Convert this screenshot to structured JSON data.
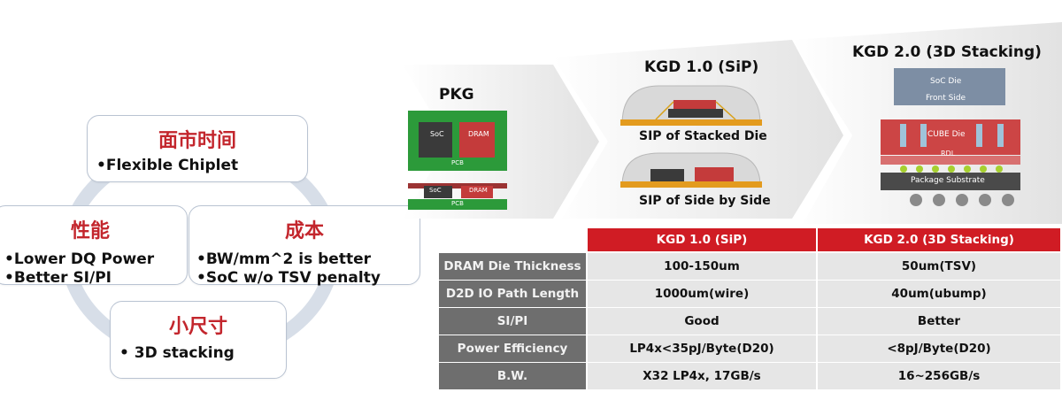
{
  "cycle": {
    "top": {
      "title": "面市时间",
      "bullets": [
        "•Flexible Chiplet"
      ]
    },
    "left": {
      "title": "性能",
      "bullets": [
        "•Lower DQ Power",
        "•Better SI/PI"
      ]
    },
    "right": {
      "title": "成本",
      "bullets": [
        "•BW/mm^2 is better",
        "•SoC w/o TSV penalty"
      ]
    },
    "bottom": {
      "title": "小尺寸",
      "bullets": [
        "• 3D stacking"
      ]
    }
  },
  "stages": {
    "pkg": {
      "title": "PKG",
      "soc": "SoC",
      "dram": "DRAM",
      "pcb": "PCB"
    },
    "kgd1": {
      "title": "KGD 1.0 (SiP)",
      "stacked": "SIP of Stacked Die",
      "side": "SIP of Side by Side"
    },
    "kgd2": {
      "title": "KGD 2.0 (3D Stacking)",
      "soc_die": "SoC Die",
      "front_side": "Front Side",
      "cube_die": "CUBE Die",
      "rdl": "RDL",
      "substrate": "Package Substrate"
    }
  },
  "table": {
    "headers": [
      "KGD 1.0 (SiP)",
      "KGD 2.0 (3D Stacking)"
    ],
    "rows": [
      {
        "label": "DRAM Die Thickness",
        "kgd1": "100-150um",
        "kgd2": "50um(TSV)"
      },
      {
        "label": "D2D IO Path Length",
        "kgd1": "1000um(wire)",
        "kgd2": "40um(ubump)"
      },
      {
        "label": "SI/PI",
        "kgd1": "Good",
        "kgd2": "Better"
      },
      {
        "label": "Power Efficiency",
        "kgd1": "LP4x<35pJ/Byte(D20)",
        "kgd2": "<8pJ/Byte(D20)"
      },
      {
        "label": "B.W.",
        "kgd1": "X32 LP4x, 17GB/s",
        "kgd2": "16~256GB/s"
      }
    ]
  },
  "colors": {
    "accent_red": "#d01c24",
    "title_red": "#c3262d",
    "pcb_green": "#2c9a3a",
    "label_gray": "#6e6e6e"
  }
}
